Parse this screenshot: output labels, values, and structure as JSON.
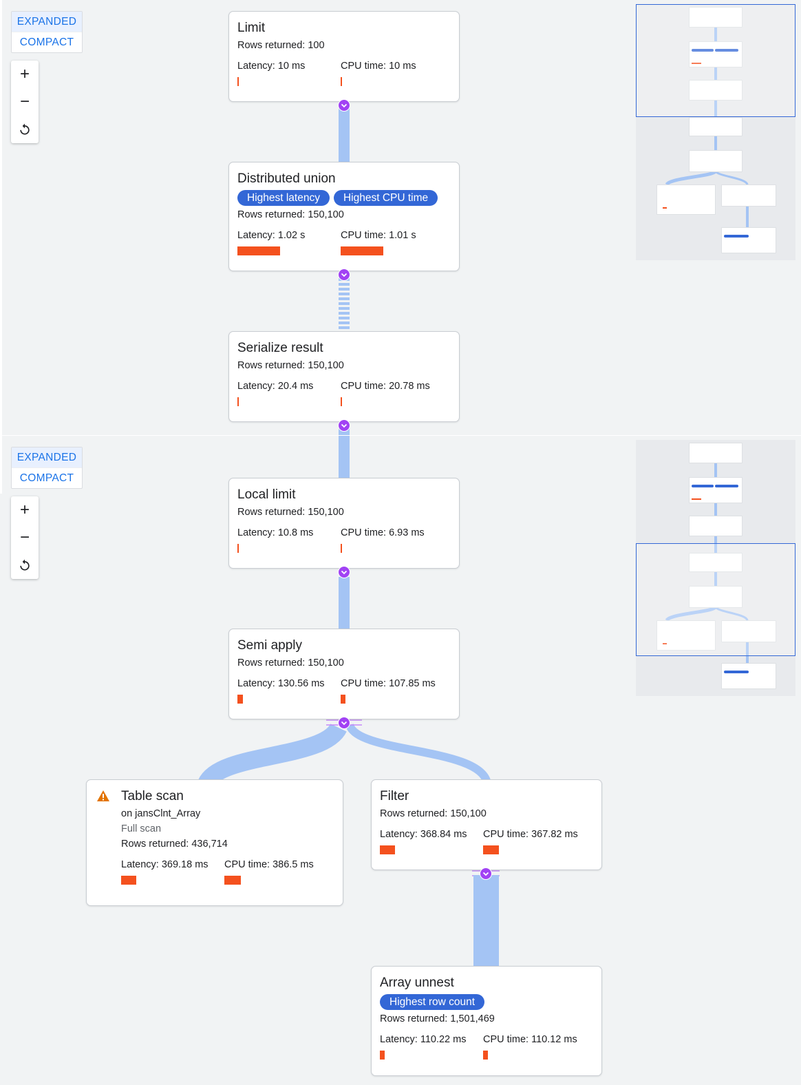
{
  "toolbar": {
    "modes": [
      "EXPANDED",
      "COMPACT"
    ],
    "active_mode": "EXPANDED",
    "zoom_in": "+",
    "zoom_out": "−",
    "reset": "⟲"
  },
  "labels": {
    "rows_prefix": "Rows returned: ",
    "latency_prefix": "Latency: ",
    "cpu_prefix": "CPU time: "
  },
  "nodes": {
    "limit": {
      "title": "Limit",
      "rows": "100",
      "latency": "10 ms",
      "cpu": "10 ms",
      "latency_fraction": 0.01,
      "cpu_fraction": 0.01
    },
    "distributed_union": {
      "title": "Distributed union",
      "badges": [
        "Highest latency",
        "Highest CPU time"
      ],
      "rows": "150,100",
      "latency": "1.02 s",
      "cpu": "1.01 s",
      "latency_fraction": 1.0,
      "cpu_fraction": 1.0
    },
    "serialize_result": {
      "title": "Serialize result",
      "rows": "150,100",
      "latency": "20.4 ms",
      "cpu": "20.78 ms",
      "latency_fraction": 0.02,
      "cpu_fraction": 0.02
    },
    "local_limit": {
      "title": "Local limit",
      "rows": "150,100",
      "latency": "10.8 ms",
      "cpu": "6.93 ms",
      "latency_fraction": 0.011,
      "cpu_fraction": 0.007
    },
    "semi_apply": {
      "title": "Semi apply",
      "rows": "150,100",
      "latency": "130.56 ms",
      "cpu": "107.85 ms",
      "latency_fraction": 0.13,
      "cpu_fraction": 0.107
    },
    "table_scan": {
      "title": "Table scan",
      "on_prefix": "on ",
      "table": "jansClnt_Array",
      "scan_type": "Full scan",
      "rows": "436,714",
      "latency": "369.18 ms",
      "cpu": "386.5 ms",
      "latency_fraction": 0.362,
      "cpu_fraction": 0.383
    },
    "filter": {
      "title": "Filter",
      "rows": "150,100",
      "latency": "368.84 ms",
      "cpu": "367.82 ms",
      "latency_fraction": 0.362,
      "cpu_fraction": 0.364
    },
    "array_unnest": {
      "title": "Array unnest",
      "badges": [
        "Highest row count"
      ],
      "rows": "1,501,469",
      "latency": "110.22 ms",
      "cpu": "110.12 ms",
      "latency_fraction": 0.108,
      "cpu_fraction": 0.109
    }
  },
  "colors": {
    "accent": "#1a73e8",
    "badge": "#3367d6",
    "bar": "#f4511e",
    "edge": "#a4c4f4",
    "expand": "#a142f4",
    "warning": "#e37400"
  },
  "icons": {
    "warning": "warning-icon",
    "expand": "chevron-down-icon"
  }
}
